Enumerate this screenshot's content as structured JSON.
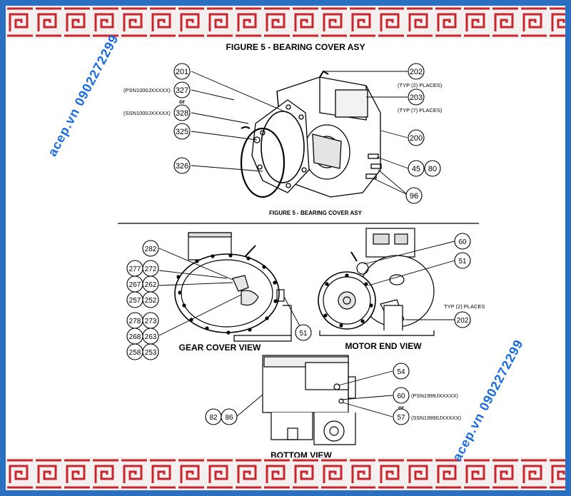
{
  "figure": {
    "title": "FIGURE 5 - BEARING COVER ASY",
    "subtitle": "FIGURE 5 - BEARING COVER ASY"
  },
  "top_callouts": [
    {
      "num": "201"
    },
    {
      "num": "327"
    },
    {
      "num": "328"
    },
    {
      "num": "325"
    },
    {
      "num": "326"
    },
    {
      "num": "202"
    },
    {
      "num": "203"
    },
    {
      "num": "200"
    },
    {
      "num": "45"
    },
    {
      "num": "80"
    },
    {
      "num": "96"
    }
  ],
  "top_notes": {
    "psn1000": "(PSN1000JXXXXX)",
    "or1": "or",
    "ssn1000": "(SSN1000JXXXXX)",
    "typ2": "(TYP (2) PLACES)",
    "typ7": "(TYP (7) PLACES)"
  },
  "gear_callouts": [
    {
      "num": "282"
    },
    {
      "num": "277"
    },
    {
      "num": "272"
    },
    {
      "num": "267"
    },
    {
      "num": "262"
    },
    {
      "num": "257"
    },
    {
      "num": "252"
    },
    {
      "num": "278"
    },
    {
      "num": "273"
    },
    {
      "num": "268"
    },
    {
      "num": "263"
    },
    {
      "num": "258"
    },
    {
      "num": "253"
    },
    {
      "num": "51"
    }
  ],
  "motor_callouts": [
    {
      "num": "60"
    },
    {
      "num": "51"
    },
    {
      "num": "202"
    }
  ],
  "motor_note": "TYP (2) PLACES",
  "bottom_callouts": [
    {
      "num": "54"
    },
    {
      "num": "60"
    },
    {
      "num": "57"
    },
    {
      "num": "82"
    },
    {
      "num": "86"
    }
  ],
  "bottom_notes": {
    "psn1999": "(PSN1999JXXXXX)",
    "or2": "or",
    "ssn1999": "(SSN19990JXXXXX)"
  },
  "views": {
    "gear": "GEAR COVER VIEW",
    "motor": "MOTOR END VIEW",
    "bottom": "BOTTOM VIEW"
  },
  "watermark": "acep.vn  0902272299",
  "colors": {
    "border_blue": "#2b6fc1",
    "band_red": "#c8252c",
    "watermark_blue": "#1a6be0"
  }
}
